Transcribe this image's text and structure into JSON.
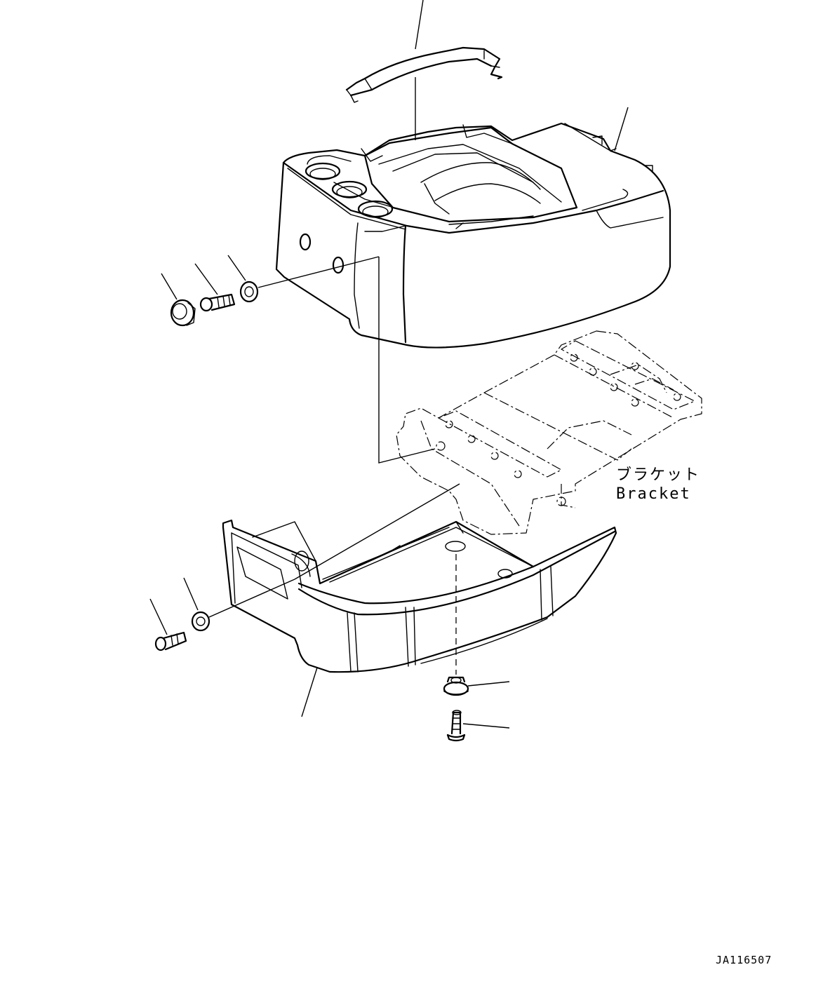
{
  "labels": {
    "bracket_jp": "ブラケット",
    "bracket_en": "Bracket"
  },
  "drawing_code": "JA116507"
}
